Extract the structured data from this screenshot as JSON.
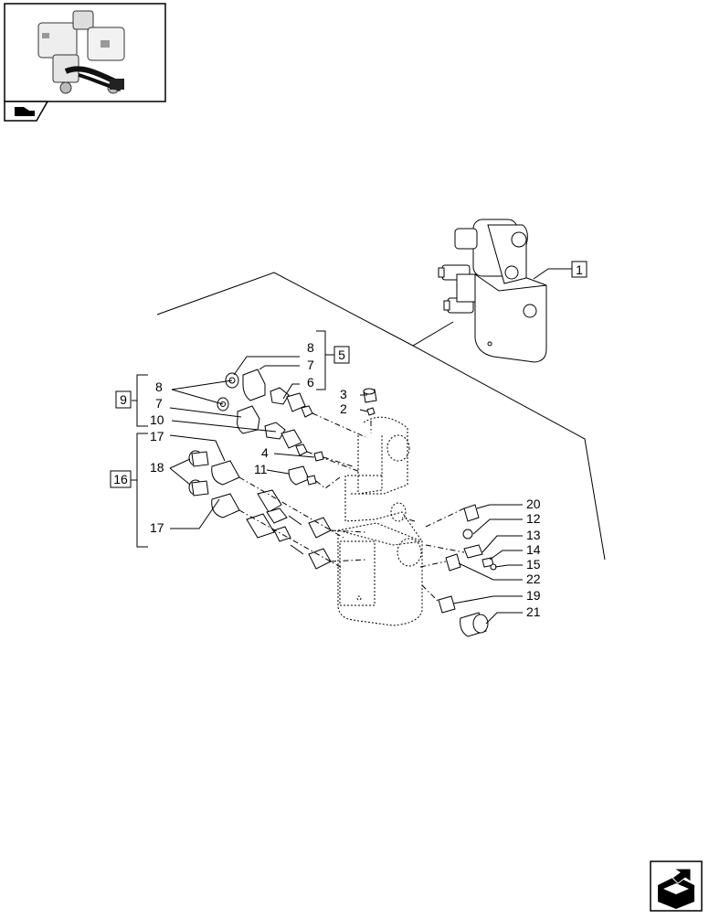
{
  "callouts": {
    "c1": "1",
    "c2": "2",
    "c3": "3",
    "c4": "4",
    "c5": "5",
    "c6": "6",
    "c7a": "7",
    "c7b": "7",
    "c8a": "8",
    "c8b": "8",
    "c9": "9",
    "c10": "10",
    "c11": "11",
    "c12": "12",
    "c13": "13",
    "c14": "14",
    "c15": "15",
    "c16": "16",
    "c17a": "17",
    "c17b": "17",
    "c18": "18",
    "c19": "19",
    "c20": "20",
    "c21": "21",
    "c22": "22"
  }
}
